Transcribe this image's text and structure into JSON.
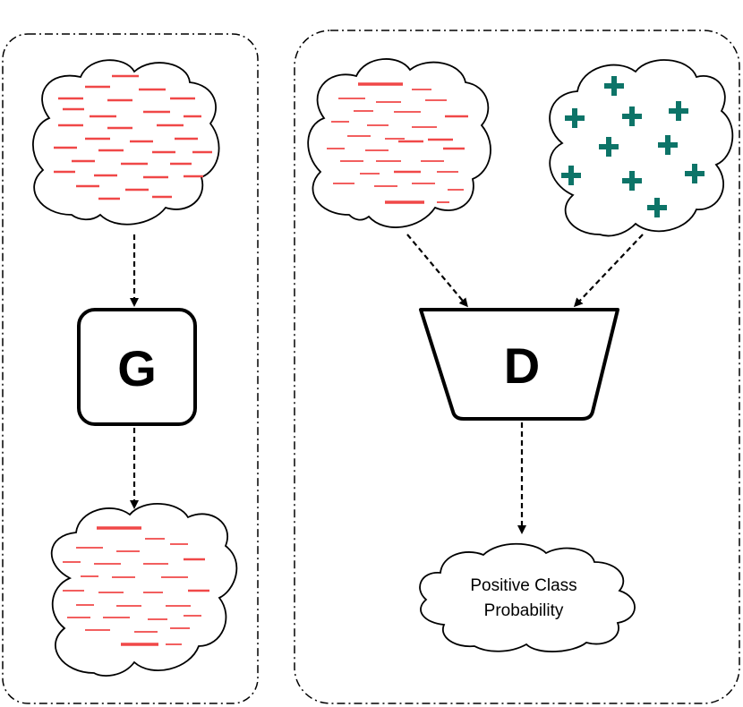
{
  "generator_label": "G",
  "discriminator_label": "D",
  "output_label": {
    "line1": "Positive Class",
    "line2": "Probability"
  },
  "colors": {
    "negative_dash": "#f04848",
    "positive_plus": "#0d7468",
    "stroke": "#000000",
    "background": "#ffffff"
  },
  "icons": {
    "noise_cloud": "cloud-with-red-dashes",
    "generated_cloud": "cloud-with-red-dashes",
    "real_cloud": "cloud-with-teal-plus-signs",
    "generator": "rounded-square",
    "discriminator": "trapezoid",
    "output": "cloud"
  }
}
